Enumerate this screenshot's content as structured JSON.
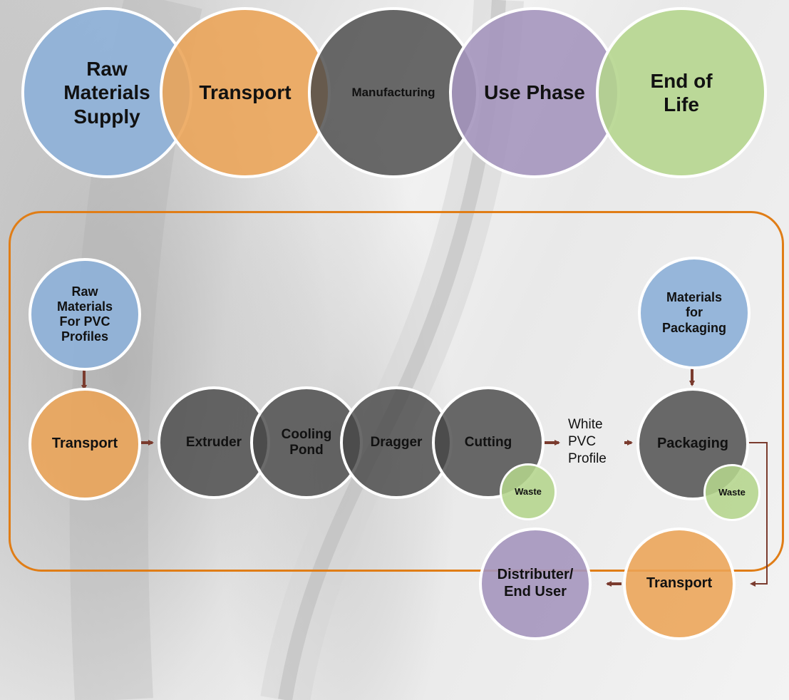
{
  "top_row": [
    {
      "label": "Raw\nMaterials\nSupply",
      "color": "#8fb2d8"
    },
    {
      "label": "Transport",
      "color": "#eca456"
    },
    {
      "label": "Manufacturing",
      "color": "#464646"
    },
    {
      "label": "Use Phase",
      "color": "#a596be"
    },
    {
      "label": "End of\nLife",
      "color": "#b4d58c"
    }
  ],
  "process": {
    "raw_materials_pvc": "Raw\nMaterials\nFor PVC\nProfiles",
    "transport_in": "Transport",
    "extruder": "Extruder",
    "cooling_pond": "Cooling\nPond",
    "dragger": "Dragger",
    "cutting": "Cutting",
    "waste_cutting": "Waste",
    "white_pvc_profile": "White\nPVC\nProfile",
    "materials_packaging": "Materials\nfor\nPackaging",
    "packaging": "Packaging",
    "waste_packaging": "Waste",
    "transport_out": "Transport",
    "distributer": "Distributer/\nEnd User"
  },
  "colors": {
    "frame": "#e07d16",
    "arrow": "#7a3b2e"
  }
}
